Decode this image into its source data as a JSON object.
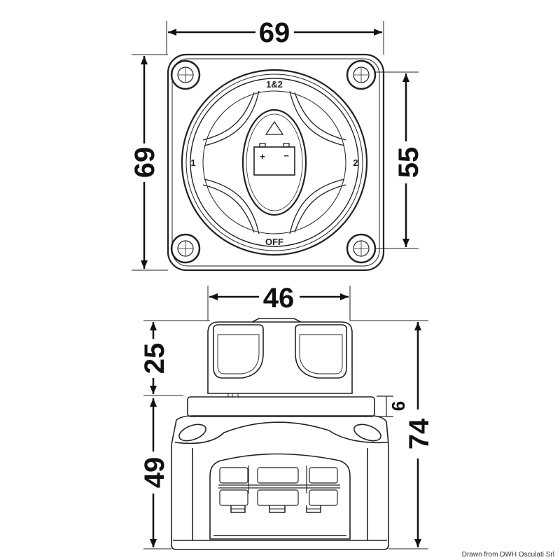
{
  "top_view": {
    "width_dim": "69",
    "height_dim": "69",
    "hole_spacing_dim": "55",
    "position_labels": {
      "both": "1&2",
      "one": "1",
      "two": "2",
      "off": "OFF"
    },
    "battery_symbol": {
      "plus": "+",
      "minus": "−"
    }
  },
  "side_view": {
    "knob_width_dim": "46",
    "knob_height_dim": "25",
    "body_height_dim": "49",
    "cap_height_dim": "6",
    "total_height_dim": "74"
  },
  "credit": "Drawn from DWH Osculati Srl"
}
